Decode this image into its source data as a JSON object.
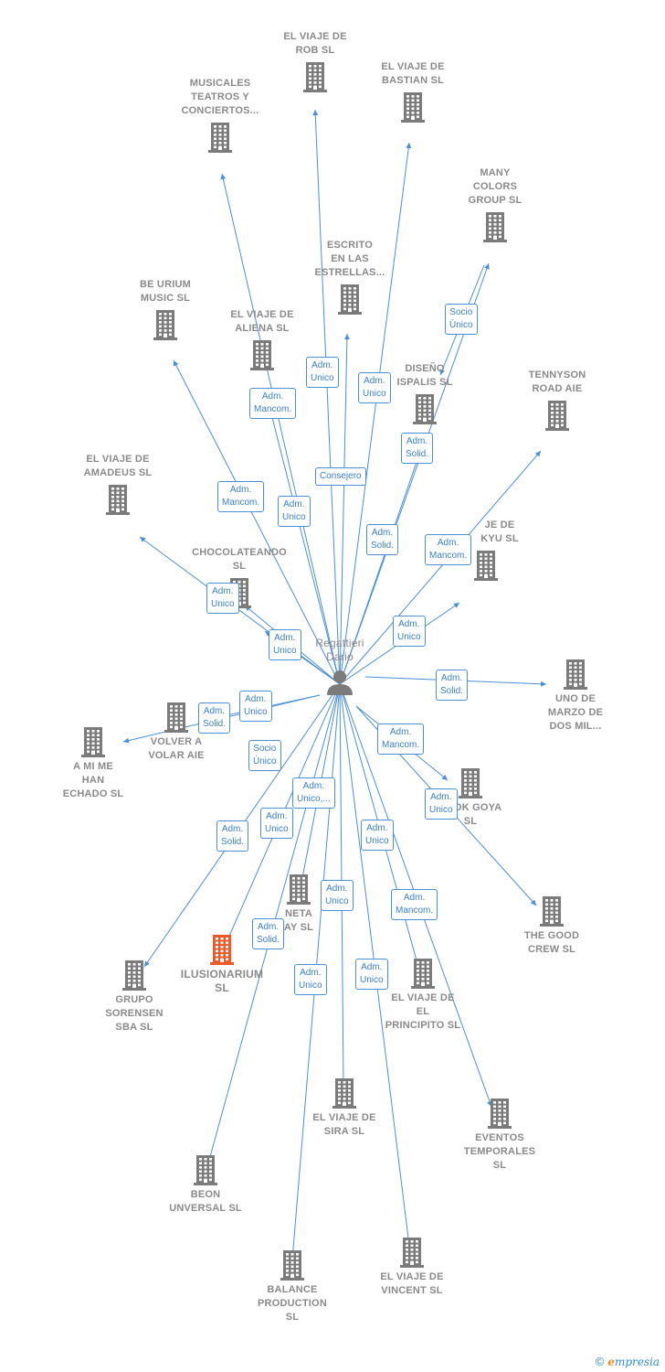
{
  "colors": {
    "edge": "#4a90d9",
    "node": "#7b7b7b",
    "highlight": "#f05a28",
    "person": "#7b7b7b"
  },
  "center": {
    "name": "Regattieri\nDario"
  },
  "footer": {
    "copyright": "©",
    "brand_rest": "mpresia",
    "brand_e": "e"
  },
  "nodes": [
    {
      "id": "rob",
      "name": "EL VIAJE DE\nROB  SL"
    },
    {
      "id": "bastian",
      "name": "EL VIAJE DE\nBASTIAN  SL"
    },
    {
      "id": "musicales",
      "name": "MUSICALES\nTEATROS Y\nCONCIERTOS..."
    },
    {
      "id": "manycolors",
      "name": "MANY\nCOLORS\nGROUP  SL"
    },
    {
      "id": "escrito",
      "name": "ESCRITO\nEN LAS\nESTRELLAS..."
    },
    {
      "id": "beurium",
      "name": "BE URIUM\nMUSIC  SL"
    },
    {
      "id": "aliena",
      "name": "EL VIAJE DE\nALIENA  SL"
    },
    {
      "id": "disenos",
      "name": "DISEÑO\nISPALIS SL"
    },
    {
      "id": "tennyson",
      "name": "TENNYSON\nROAD AIE"
    },
    {
      "id": "amadeus",
      "name": "EL VIAJE DE\nAMADEUS  SL"
    },
    {
      "id": "kyu",
      "name": "JE DE\nKYU  SL"
    },
    {
      "id": "chocolateando",
      "name": "CHOCOLATEANDO\nSL"
    },
    {
      "id": "unodemarzo",
      "name": "UNO DE\nMARZO DE\nDOS MIL..."
    },
    {
      "id": "volver",
      "name": "VOLVER A\nVOLAR  AIE"
    },
    {
      "id": "amime",
      "name": "A MI ME\nHAN\nECHADO  SL"
    },
    {
      "id": "chokgoya",
      "name": "CHOK GOYA\nSL"
    },
    {
      "id": "goodcrew",
      "name": "THE GOOD\nCREW  SL"
    },
    {
      "id": "neta",
      "name": "NETA\nAY SL"
    },
    {
      "id": "ilusionarium",
      "name": "ILUSIONARIUM\nSL",
      "highlight": true
    },
    {
      "id": "sorensen",
      "name": "GRUPO\nSORENSEN\nSBA SL"
    },
    {
      "id": "principito",
      "name": "EL VIAJE DE\nEL\nPRINCIPITO  SL"
    },
    {
      "id": "eventos",
      "name": "EVENTOS\nTEMPORALES\nSL"
    },
    {
      "id": "sira",
      "name": "EL VIAJE DE\nSIRA  SL"
    },
    {
      "id": "beon",
      "name": "BEON\nUNVERSAL  SL"
    },
    {
      "id": "balance",
      "name": "BALANCE\nPRODUCTION\nSL"
    },
    {
      "id": "vincent",
      "name": "EL VIAJE DE\nVINCENT  SL"
    }
  ],
  "badges": [
    {
      "id": "b1",
      "text": "Socio\nÚnico"
    },
    {
      "id": "b2",
      "text": "Adm.\nUnico"
    },
    {
      "id": "b3",
      "text": "Adm.\nUnico"
    },
    {
      "id": "b4",
      "text": "Adm.\nMancom."
    },
    {
      "id": "b5",
      "text": "Adm.\nSolid."
    },
    {
      "id": "b6",
      "text": "Consejero"
    },
    {
      "id": "b7",
      "text": "Adm.\nMancom."
    },
    {
      "id": "b8",
      "text": "Adm.\nUnico"
    },
    {
      "id": "b9",
      "text": "Adm.\nSolid."
    },
    {
      "id": "b10",
      "text": "Adm.\nMancom."
    },
    {
      "id": "b11",
      "text": "Adm.\nUnico"
    },
    {
      "id": "b12",
      "text": "Adm.\nUnico"
    },
    {
      "id": "b13",
      "text": "Adm.\nUnico"
    },
    {
      "id": "b14",
      "text": "Adm.\nSolid."
    },
    {
      "id": "b15",
      "text": "Adm.\nUnico"
    },
    {
      "id": "b16",
      "text": "Adm.\nSolid."
    },
    {
      "id": "b17",
      "text": "Adm.\nMancom."
    },
    {
      "id": "b18",
      "text": "Socio\nÚnico"
    },
    {
      "id": "b19",
      "text": "Adm.\nUnico,..."
    },
    {
      "id": "b20",
      "text": "Adm.\nUnico"
    },
    {
      "id": "b21",
      "text": "Adm.\nSolid."
    },
    {
      "id": "b22",
      "text": "Adm.\nUnico"
    },
    {
      "id": "b23",
      "text": "Adm.\nUnico"
    },
    {
      "id": "b24",
      "text": "Adm.\nUnico"
    },
    {
      "id": "b25",
      "text": "Adm.\nMancom."
    },
    {
      "id": "b26",
      "text": "Adm.\nSolid."
    },
    {
      "id": "b27",
      "text": "Adm.\nUnico"
    },
    {
      "id": "b28",
      "text": "Adm.\nUnico"
    }
  ]
}
